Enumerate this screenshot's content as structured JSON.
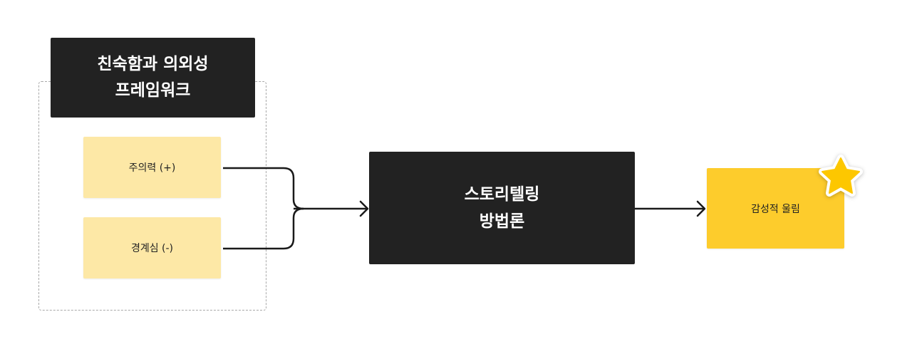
{
  "frame": {
    "title_line1": "친숙함과 의외성",
    "title_line2": "프레임워크"
  },
  "inputs": [
    {
      "label": "주의력 (+)"
    },
    {
      "label": "경계심 (-)"
    }
  ],
  "process": {
    "line1": "스토리텔링",
    "line2": "방법론"
  },
  "output": {
    "label": "감성적 울림",
    "badge": "star-icon"
  },
  "colors": {
    "dark": "#222222",
    "input_note": "#fde8a6",
    "output_note": "#fdcc2c",
    "star": "#fdc700"
  }
}
